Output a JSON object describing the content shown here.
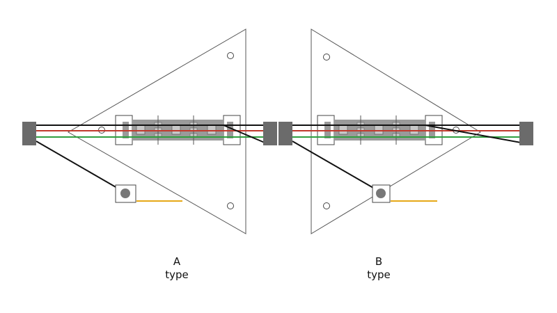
{
  "variants": [
    {
      "id": "a",
      "label": "A",
      "sublabel": "type"
    },
    {
      "id": "b",
      "label": "B",
      "sublabel": "type"
    }
  ],
  "colors": {
    "panel_stroke": "#555555",
    "connector": "#6b6b6b",
    "strip": "#9a9a9a",
    "led": "#c8c8c8",
    "wire_black": "#111111",
    "wire_red": "#c0392b",
    "wire_green": "#2e9e3e",
    "wire_yellow": "#e6a817",
    "switch_knob": "#777777"
  },
  "icons": {
    "connector": "connector-block",
    "led": "rgb-led",
    "switch": "push-button",
    "hole": "mounting-hole"
  }
}
